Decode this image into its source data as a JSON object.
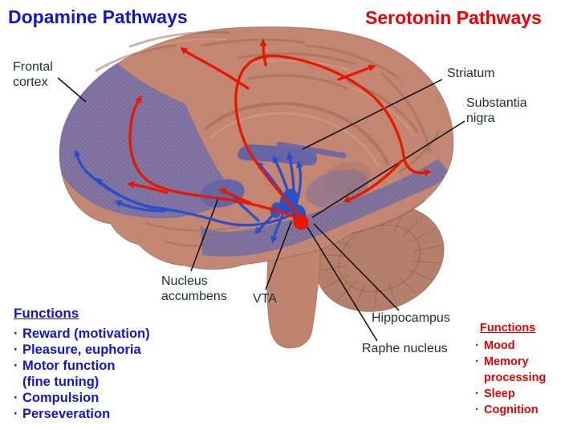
{
  "titles": {
    "dopamine": "Dopamine Pathways",
    "serotonin": "Serotonin Pathways"
  },
  "brain_labels": {
    "frontal_cortex": {
      "line1": "Frontal",
      "line2": "cortex"
    },
    "striatum": "Striatum",
    "substantia_nigra": {
      "line1": "Substantia",
      "line2": "nigra"
    },
    "nucleus_accumbens": {
      "line1": "Nucleus",
      "line2": "accumbens"
    },
    "vta": "VTA",
    "hippocampus": "Hippocampus",
    "raphe_nucleus": "Raphe nucleus"
  },
  "dopamine_functions": {
    "heading": "Functions",
    "items": [
      {
        "bullet": "·",
        "text": "Reward (motivation)"
      },
      {
        "bullet": "·",
        "text": "Pleasure, euphoria"
      },
      {
        "bullet": "·",
        "text": "Motor function"
      },
      {
        "bullet": "",
        "text": "(fine tuning)"
      },
      {
        "bullet": "·",
        "text": "Compulsion"
      },
      {
        "bullet": "·",
        "text": "Perseveration"
      }
    ]
  },
  "serotonin_functions": {
    "heading": "Functions",
    "items": [
      {
        "bullet": "·",
        "text": "Mood"
      },
      {
        "bullet": "·",
        "text": "Memory"
      },
      {
        "bullet": "",
        "text": "processing"
      },
      {
        "bullet": "·",
        "text": "Sleep"
      },
      {
        "bullet": "·",
        "text": "Cognition"
      }
    ]
  },
  "colors": {
    "dopamine_title_blue": "#1414d4",
    "serotonin_title_red": "#ee0000",
    "pathway_blue": "#2b4fc8",
    "pathway_red": "#e81800",
    "brain_salmon": "#c28672",
    "purple_region": "#746fa6",
    "label_text": "#1e2e30",
    "background": "#ffffff"
  }
}
